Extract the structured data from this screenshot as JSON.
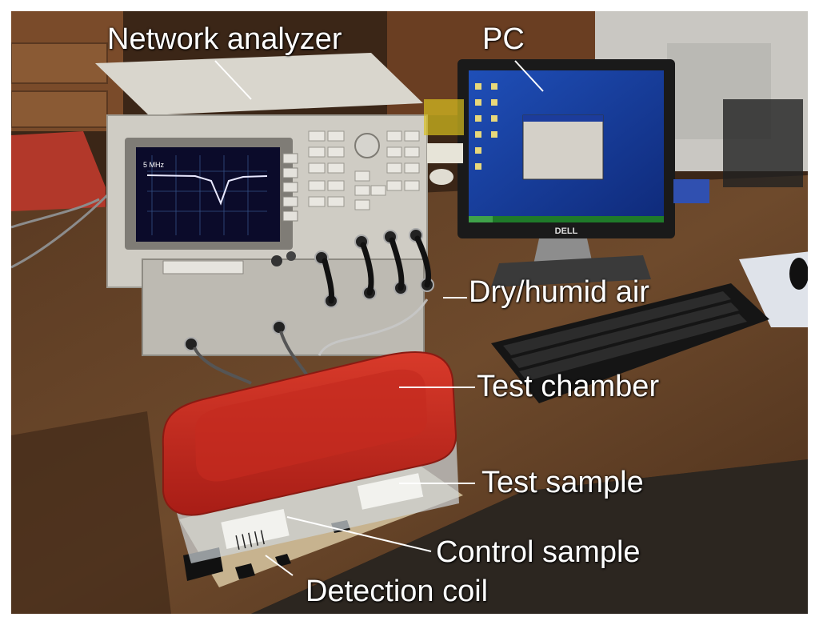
{
  "photo": {
    "brand_monitor": "DELL",
    "screen_text": "5 MHz",
    "labels": {
      "network_analyzer": "Network analyzer",
      "pc": "PC",
      "air": "Dry/humid air",
      "chamber": "Test chamber",
      "test_sample": "Test sample",
      "control_sample": "Control sample",
      "detection_coil": "Detection coil"
    }
  }
}
